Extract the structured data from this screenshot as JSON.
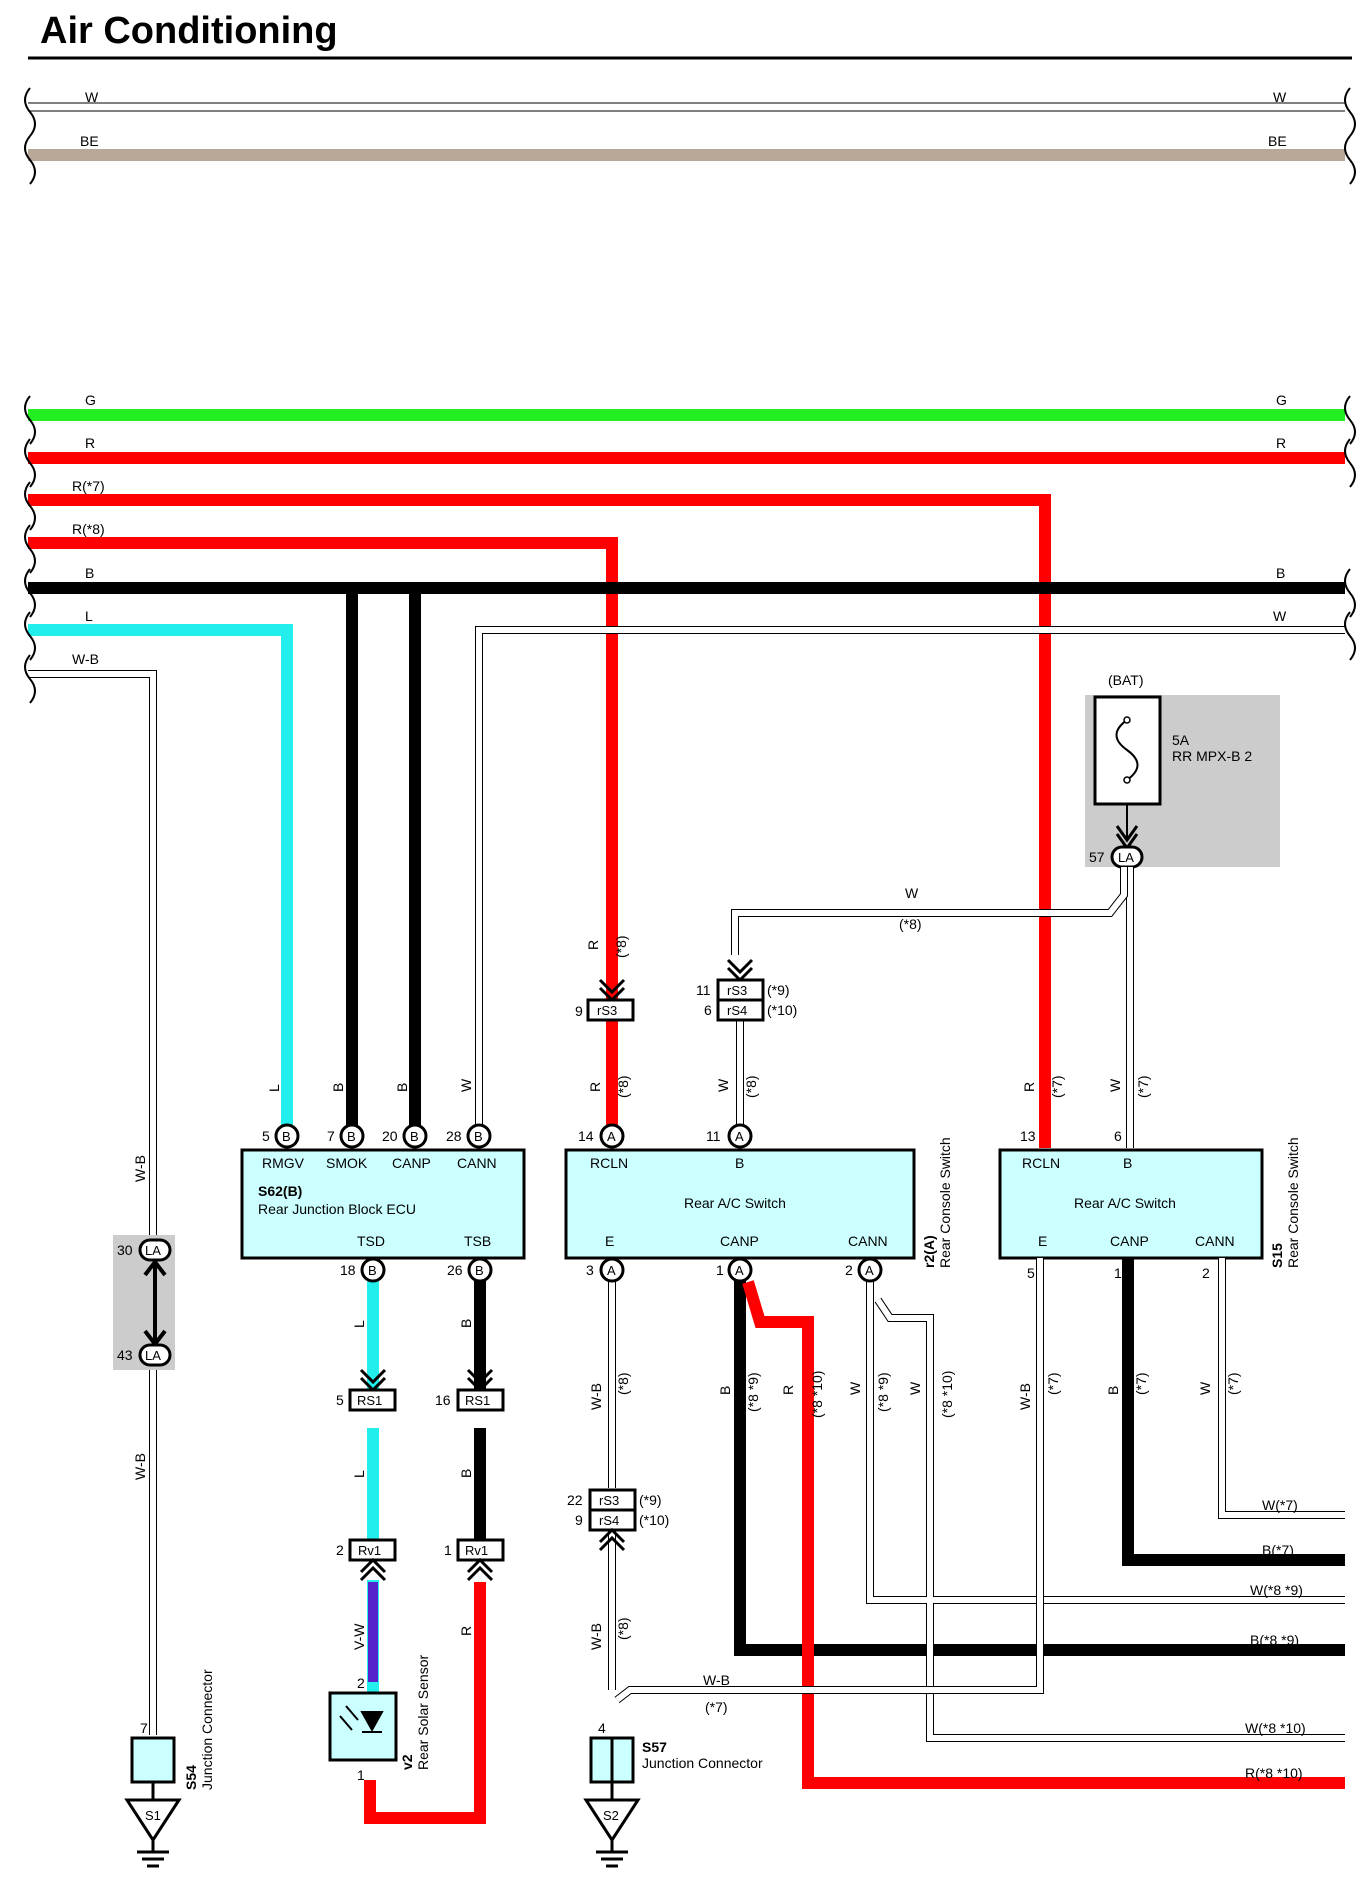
{
  "title": "Air Conditioning",
  "colors": {
    "W": "#ffffff",
    "BE": "#b8a898",
    "G": "#22ee22",
    "R": "#ff0000",
    "B": "#000000",
    "L": "#22eeee",
    "W-B": "#ffffff",
    "V-W": "#5522cc",
    "component_fill": "#ccffff",
    "fuse_box_fill": "#cccccc"
  },
  "buses": [
    {
      "left": "W",
      "right": "W"
    },
    {
      "left": "BE",
      "right": "BE"
    },
    {
      "left": "G",
      "right": "G"
    },
    {
      "left": "R",
      "right": "R"
    },
    {
      "left": "R(*7)"
    },
    {
      "left": "R(*8)"
    },
    {
      "left": "B",
      "right": "B"
    },
    {
      "left": "L",
      "right": "W"
    },
    {
      "left": "W-B"
    }
  ],
  "fuse": {
    "source": "(BAT)",
    "rating": "5A",
    "name": "RR MPX-B 2",
    "pin": "57",
    "conn": "LA"
  },
  "ecu": {
    "id": "S62(B)",
    "name": "Rear Junction Block ECU",
    "top_terms": [
      "RMGV",
      "SMOK",
      "CANP",
      "CANN"
    ],
    "top_pins": [
      {
        "n": "5",
        "c": "B"
      },
      {
        "n": "7",
        "c": "B"
      },
      {
        "n": "20",
        "c": "B"
      },
      {
        "n": "28",
        "c": "B"
      }
    ],
    "top_wires": [
      "L",
      "B",
      "B",
      "W"
    ],
    "bottom_terms": [
      "TSD",
      "TSB"
    ],
    "bottom_pins": [
      {
        "n": "18",
        "c": "B"
      },
      {
        "n": "26",
        "c": "B"
      }
    ]
  },
  "switch_a": {
    "id": "r2(A)",
    "name": "Rear A/C Switch",
    "side": "Rear Console Switch",
    "top_terms": [
      "RCLN",
      "B"
    ],
    "top_pins": [
      {
        "n": "14",
        "c": "A"
      },
      {
        "n": "11",
        "c": "A"
      }
    ],
    "top_wires": [
      {
        "w": "R",
        "n": "(*8)"
      },
      {
        "w": "W",
        "n": "(*8)"
      }
    ],
    "bottom_terms": [
      "E",
      "CANP",
      "CANN"
    ],
    "bottom_pins": [
      {
        "n": "3",
        "c": "A"
      },
      {
        "n": "1",
        "c": "A"
      },
      {
        "n": "2",
        "c": "A"
      }
    ]
  },
  "switch_b": {
    "id": "S15",
    "name": "Rear A/C Switch",
    "side": "Rear Console Switch",
    "top_terms": [
      "RCLN",
      "B"
    ],
    "top_pins": [
      "13",
      "6"
    ],
    "top_wires": [
      {
        "w": "R",
        "n": "(*7)"
      },
      {
        "w": "W",
        "n": "(*7)"
      }
    ],
    "bottom_terms": [
      "E",
      "CANP",
      "CANN"
    ],
    "bottom_pins": [
      "5",
      "1",
      "2"
    ],
    "bottom_wires": [
      {
        "w": "W-B",
        "n": "(*7)"
      },
      {
        "w": "B",
        "n": "(*7)"
      },
      {
        "w": "W",
        "n": "(*7)"
      }
    ]
  },
  "connectors": {
    "rS3_top": {
      "pin": "9",
      "name": "rS3",
      "wire": "R",
      "note": "(*8)"
    },
    "rS3_rS4_top": {
      "pins": [
        "11",
        "6"
      ],
      "names": [
        "rS3",
        "rS4"
      ],
      "notes": [
        "(*9)",
        "(*10)"
      ]
    },
    "w_note": {
      "wire": "W",
      "note": "(*8)"
    },
    "RS1_a": {
      "pin": "5",
      "name": "RS1",
      "wire": "L"
    },
    "RS1_b": {
      "pin": "16",
      "name": "RS1",
      "wire": "B"
    },
    "Rv1_a": {
      "pin": "2",
      "name": "Rv1",
      "wire": "L"
    },
    "Rv1_b": {
      "pin": "1",
      "name": "Rv1",
      "wire": "B"
    },
    "rS3_rS4_bot": {
      "pins": [
        "22",
        "9"
      ],
      "names": [
        "rS3",
        "rS4"
      ],
      "notes": [
        "(*9)",
        "(*10)"
      ]
    },
    "LA_30": {
      "pin": "30",
      "name": "LA"
    },
    "LA_43": {
      "pin": "43",
      "name": "LA"
    }
  },
  "mid_wires": [
    {
      "w": "W-B",
      "n": "(*8)"
    },
    {
      "w": "B",
      "n": "(*8 *9)"
    },
    {
      "w": "R",
      "n": "(*8 *10)"
    },
    {
      "w": "W",
      "n": "(*8 *9)"
    },
    {
      "w": "W",
      "n": "(*8 *10)"
    },
    {
      "w": "W-B",
      "n": "(*8)"
    }
  ],
  "left_wires": [
    "W-B",
    "W-B"
  ],
  "sensor": {
    "id": "v2",
    "name": "Rear Solar Sensor",
    "pin_top": "2",
    "pin_bot": "1",
    "wire": "V-W",
    "wire_r": "R"
  },
  "s54": {
    "id": "S54",
    "name": "Junction Connector",
    "pin": "7",
    "ground": "S1"
  },
  "s57": {
    "id": "S57",
    "name": "Junction Connector",
    "pin": "4",
    "ground": "S2",
    "wire": "W-B",
    "note": "(*7)"
  },
  "right_labels": [
    "W(*7)",
    "B(*7)",
    "W(*8 *9)",
    "B(*8 *9)",
    "W(*8 *10)",
    "R(*8 *10)"
  ]
}
